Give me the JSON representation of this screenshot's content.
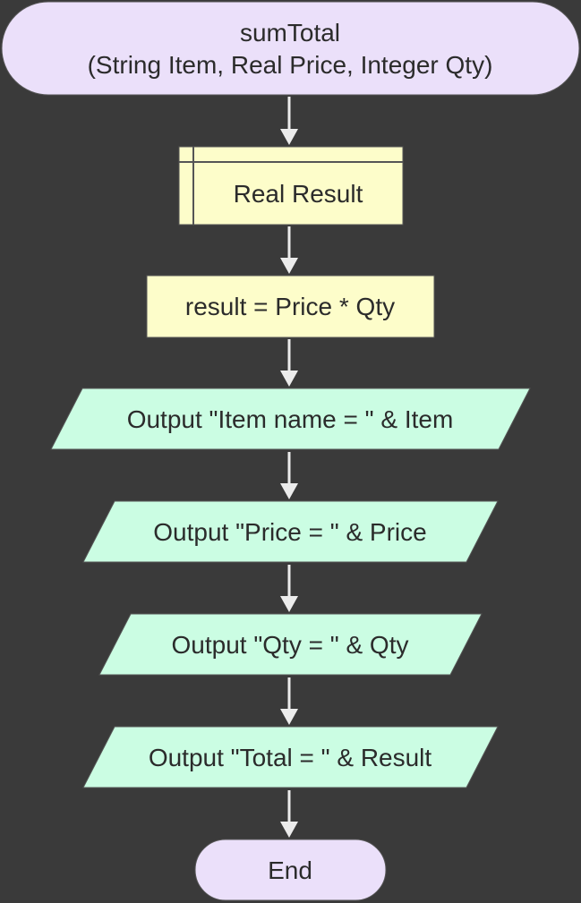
{
  "diagram": {
    "colors": {
      "background": "#3a3a3a",
      "terminal_fill": "#ebe0fa",
      "declare_fill": "#fdfdca",
      "process_fill": "#fdfdca",
      "output_fill": "#cbfde3",
      "stroke": "#555555",
      "arrow": "#ececec",
      "text": "#2b2b2b"
    },
    "start": {
      "line1": "sumTotal",
      "line2": "(String Item, Real Price, Integer Qty)"
    },
    "declare": {
      "label": "Real Result"
    },
    "assign": {
      "label": "result = Price * Qty"
    },
    "outputs": [
      {
        "label": "Output \"Item name = \" & Item"
      },
      {
        "label": "Output \"Price = \" & Price"
      },
      {
        "label": "Output \"Qty = \" & Qty"
      },
      {
        "label": "Output \"Total = \" & Result"
      }
    ],
    "end": {
      "label": "End"
    }
  }
}
